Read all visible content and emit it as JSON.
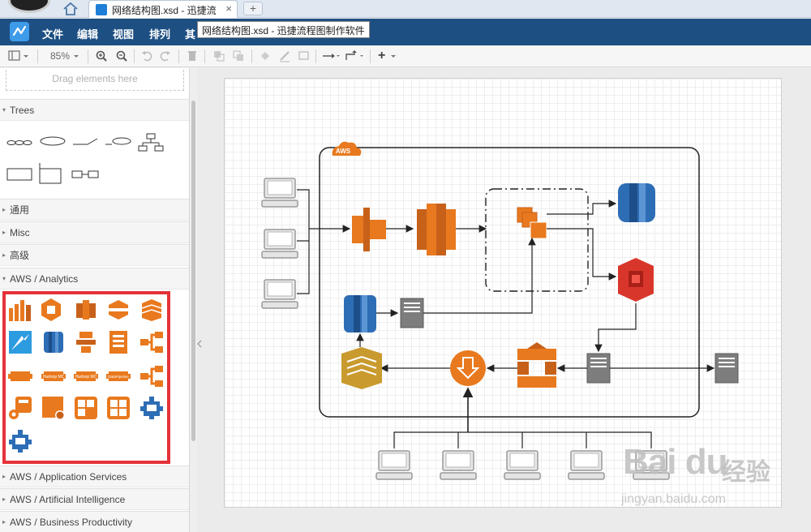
{
  "browser": {
    "tab_title": "网络结构图.xsd - 迅捷流",
    "close_glyph": "×",
    "new_tab_glyph": "+"
  },
  "menubar": {
    "items": [
      "文件",
      "编辑",
      "视图",
      "排列",
      "其"
    ],
    "tooltip": "网络结构图.xsd - 迅捷流程图制作软件"
  },
  "toolbar": {
    "zoom": "85%",
    "add_glyph": "+"
  },
  "sidebar": {
    "dropzone": "Drag elements here",
    "sections": [
      {
        "label": "Trees",
        "expanded": true
      },
      {
        "label": "通用",
        "expanded": false
      },
      {
        "label": "Misc",
        "expanded": false
      },
      {
        "label": "高级",
        "expanded": false
      },
      {
        "label": "AWS / Analytics",
        "expanded": true
      },
      {
        "label": "AWS / Application Services",
        "expanded": false
      },
      {
        "label": "AWS / Artificial Intelligence",
        "expanded": false
      },
      {
        "label": "AWS / Business Productivity",
        "expanded": false
      }
    ],
    "aws_icon_labels": [
      "Hadoop MC",
      "Hadoop MC",
      "DataPipeline"
    ]
  },
  "diagram": {
    "group_label": "AWS"
  },
  "watermark": {
    "logo": "Bai du",
    "cn": "经验",
    "url": "jingyan.baidu.com"
  },
  "colors": {
    "menubar": "#1d4f83",
    "aws_orange": "#e8791e",
    "aws_blue": "#2d6db5",
    "aws_red": "#d9362b",
    "highlight": "#e43239"
  }
}
